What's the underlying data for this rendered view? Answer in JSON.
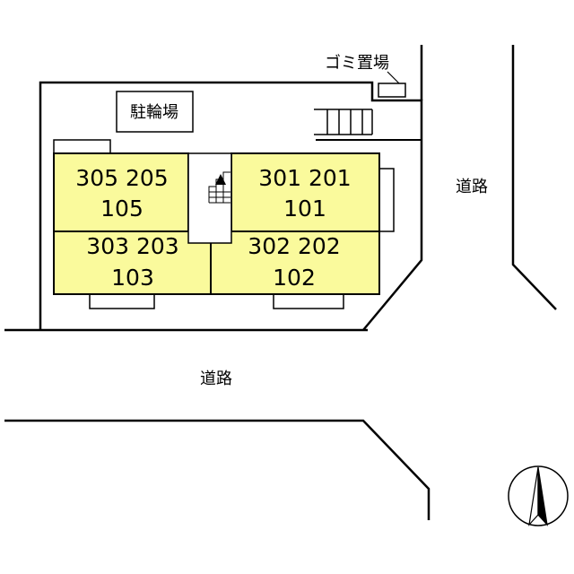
{
  "labels": {
    "garbage": "ゴミ置場",
    "bike_parking": "駐輪場",
    "road_east": "道路",
    "road_south": "道路"
  },
  "units": {
    "top_left_row1": "305  205",
    "top_left_row2": "105",
    "top_right_row1": "301  201",
    "top_right_row2": "101",
    "bottom_left_row1": "303  203",
    "bottom_left_row2": "103",
    "bottom_right_row1": "302  202",
    "bottom_right_row2": "102"
  },
  "colors": {
    "unit_fill": "#fafa9c",
    "line": "#000000",
    "background": "#ffffff"
  },
  "icons": {
    "compass": "north-arrow-icon",
    "stairs": "stairs-icon"
  }
}
